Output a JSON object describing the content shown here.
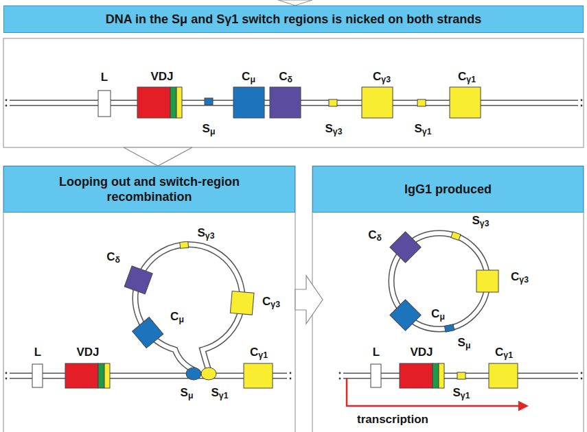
{
  "diagram": {
    "nodes": [
      {
        "text": [
          "DNA in the Sμ and Sγ1 switch regions is nicked on both strands"
        ]
      },
      {
        "text": [
          "Looping out and switch-region recombination"
        ]
      },
      {
        "text": [
          "IgG1 produced"
        ]
      }
    ],
    "labels": [
      "L",
      "VDJ",
      "Sμ",
      "Cμ",
      "Cδ",
      "Sγ3",
      "Cγ3",
      "Sγ1",
      "Cγ1",
      "Cδ",
      "Sγ3",
      "Cγ3",
      "Cμ",
      "L",
      "VDJ",
      "Sμ",
      "Sγ1",
      "Cγ1",
      "Sγ3",
      "Cδ",
      "Cγ3",
      "Cμ",
      "Sμ",
      "L",
      "VDJ",
      "Sγ1",
      "Cγ1",
      "transcription"
    ]
  }
}
